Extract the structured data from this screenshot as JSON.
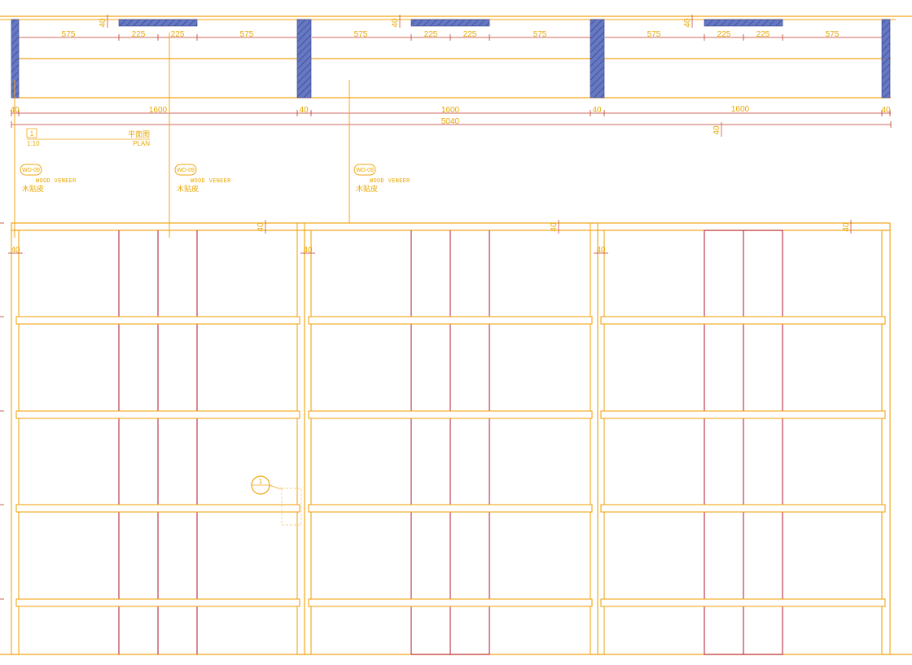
{
  "colors": {
    "line": "#f2a516",
    "text": "#e9a800",
    "red": "#b3132b",
    "wallFill": "#6678c2",
    "wallHatch": "#2e3c8c",
    "dimLine": "#c0392b",
    "bg": "#ffffff"
  },
  "plan": {
    "segments": [
      "575",
      "225",
      "225",
      "575"
    ],
    "vert_dim": "40",
    "bay_width": "1600",
    "post_width": "40",
    "total_width": "5040"
  },
  "plan_title": {
    "number": "1",
    "scale": "1:10",
    "zh": "平面图",
    "en": "PLAN"
  },
  "callouts": [
    {
      "tag": "WD-09",
      "en": "WOOD VENEER",
      "zh": "木贴皮"
    },
    {
      "tag": "WD-09",
      "en": "WOOD VENEER",
      "zh": "木贴皮"
    },
    {
      "tag": "WD-09",
      "en": "WOOD VENEER",
      "zh": "木贴皮"
    }
  ],
  "elevation": {
    "dim_top": "40",
    "dim_side": "40"
  },
  "section_marker": {
    "symbol": "1"
  }
}
